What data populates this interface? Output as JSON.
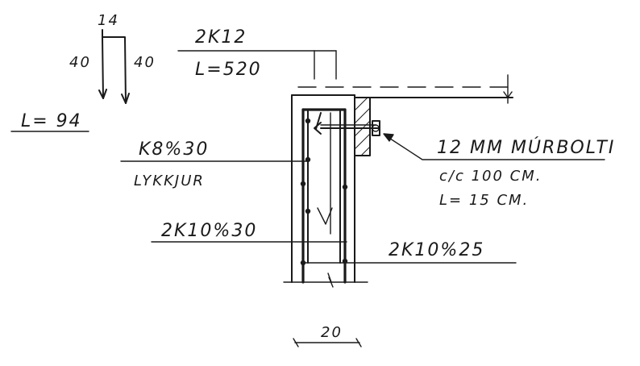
{
  "stirrup_detail": {
    "top_dimension": "14",
    "left_leg": "40",
    "right_leg": "40",
    "length": "L= 94"
  },
  "top_bars": {
    "label": "2K12",
    "length": "L=520"
  },
  "stirrups": {
    "spacing": "K8%30",
    "name": "LYKKJUR"
  },
  "side_bars": {
    "label": "2K10%30"
  },
  "bottom_bars": {
    "label": "2K10%25"
  },
  "bolt": {
    "type": "12 MM MÚRBOLTI",
    "spacing": "c/c 100 CM.",
    "length": "L= 15 CM."
  },
  "wall_width": {
    "value": "20"
  }
}
